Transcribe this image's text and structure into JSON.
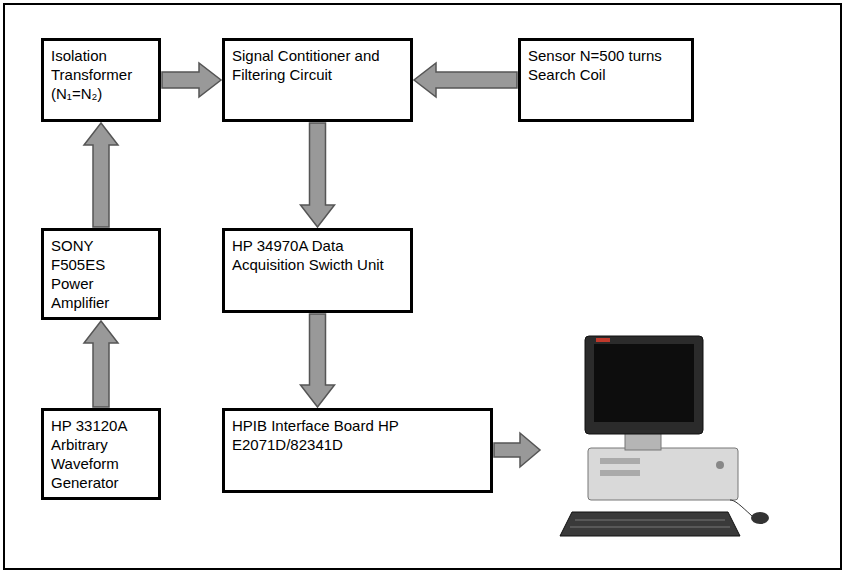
{
  "diagram": {
    "nodes": [
      {
        "text": [
          "Isolation Transformer (N₁=N₂)"
        ]
      },
      {
        "text": [
          "Signal Contitioner and Filtering Circuit"
        ]
      },
      {
        "text": [
          "Sensor N=500 turns Search Coil"
        ]
      },
      {
        "text": [
          "SONY F505ES Power Amplifier"
        ]
      },
      {
        "text": [
          "HP 34970A Data Acquisition Swicth Unit"
        ]
      },
      {
        "text": [
          "HP 33120A Arbitrary Waveform Generator"
        ]
      },
      {
        "text": [
          "HPIB Interface Board HP E2071D/82341D"
        ]
      }
    ],
    "edges": [
      {
        "from": 5,
        "to": 3,
        "arrow": "to"
      },
      {
        "from": 3,
        "to": 0,
        "arrow": "to"
      },
      {
        "from": 0,
        "to": 1,
        "arrow": "to"
      },
      {
        "from": 2,
        "to": 1,
        "arrow": "to"
      },
      {
        "from": 1,
        "to": 4,
        "arrow": "to"
      },
      {
        "from": 4,
        "to": 6,
        "arrow": "to"
      }
    ]
  }
}
